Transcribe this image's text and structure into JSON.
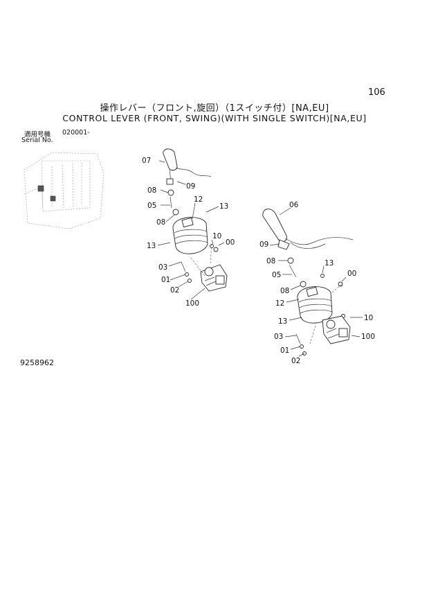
{
  "page_number": "106",
  "title_jp": "操作レバー（フロント,旋回）（1スイッチ付）[NA,EU]",
  "title_en": "CONTROL LEVER (FRONT, SWING)(WITH SINGLE SWITCH)[NA,EU]",
  "serial": {
    "label_jp": "適用号機",
    "label_en": "Serial No.",
    "value": "020001-"
  },
  "document_number": "9258962",
  "callouts_left": {
    "c07": "07",
    "c09": "09",
    "c08a": "08",
    "c05": "05",
    "c08b": "08",
    "c12": "12",
    "c13a": "13",
    "c13b": "13",
    "c10": "10",
    "c00": "00",
    "c03": "03",
    "c01": "01",
    "c02": "02",
    "c100": "100"
  },
  "callouts_right": {
    "c06": "06",
    "c09": "09",
    "c08a": "08",
    "c13a": "13",
    "c05": "05",
    "c08b": "08",
    "c00": "00",
    "c12": "12",
    "c13b": "13",
    "c10": "10",
    "c03": "03",
    "c100": "100",
    "c01": "01",
    "c02": "02"
  }
}
